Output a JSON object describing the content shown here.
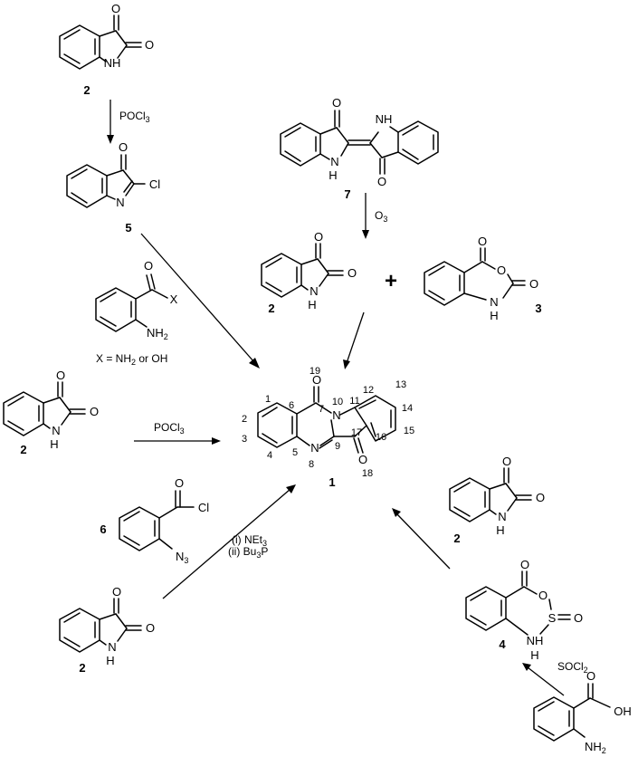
{
  "compounds": [
    {
      "id": "c2_top",
      "label": "2"
    },
    {
      "id": "c5",
      "label": "5"
    },
    {
      "id": "c7",
      "label": "7"
    },
    {
      "id": "c2_mid",
      "label": "2"
    },
    {
      "id": "c3",
      "label": "3"
    },
    {
      "id": "c1",
      "label": "1"
    },
    {
      "id": "c2_left",
      "label": "2"
    },
    {
      "id": "c6",
      "label": "6"
    },
    {
      "id": "c2_bottom",
      "label": "2"
    },
    {
      "id": "c2_right",
      "label": "2"
    },
    {
      "id": "c4",
      "label": "4"
    }
  ],
  "reagents": {
    "pocl3_top": {
      "main": "POCl",
      "sub": "3"
    },
    "o3": {
      "main": "O",
      "sub": "3"
    },
    "pocl3_left": {
      "main": "POCl",
      "sub": "3"
    },
    "net3": {
      "main": "(i) NEt",
      "sub": "3"
    },
    "bu3p": {
      "main": "(ii) Bu",
      "sub": "3",
      "tail": "P"
    },
    "socl2": {
      "main": "SOCl",
      "sub": "2"
    }
  },
  "substituent_note": {
    "prefix": "X = NH",
    "sub": "2",
    "suffix": " or OH"
  },
  "plus_sign": "+",
  "atoms": {
    "O": "O",
    "NH": "NH",
    "N": "N",
    "H": "H",
    "Cl": "Cl",
    "X": "X",
    "S": "S",
    "OH": "OH",
    "NH2_main": "NH",
    "NH2_sub": "2",
    "N3_main": "N",
    "N3_sub": "3"
  },
  "numbering": [
    "1",
    "2",
    "3",
    "4",
    "5",
    "6",
    "7",
    "8",
    "9",
    "10",
    "11",
    "12",
    "13",
    "14",
    "15",
    "16",
    "17",
    "18",
    "19"
  ]
}
